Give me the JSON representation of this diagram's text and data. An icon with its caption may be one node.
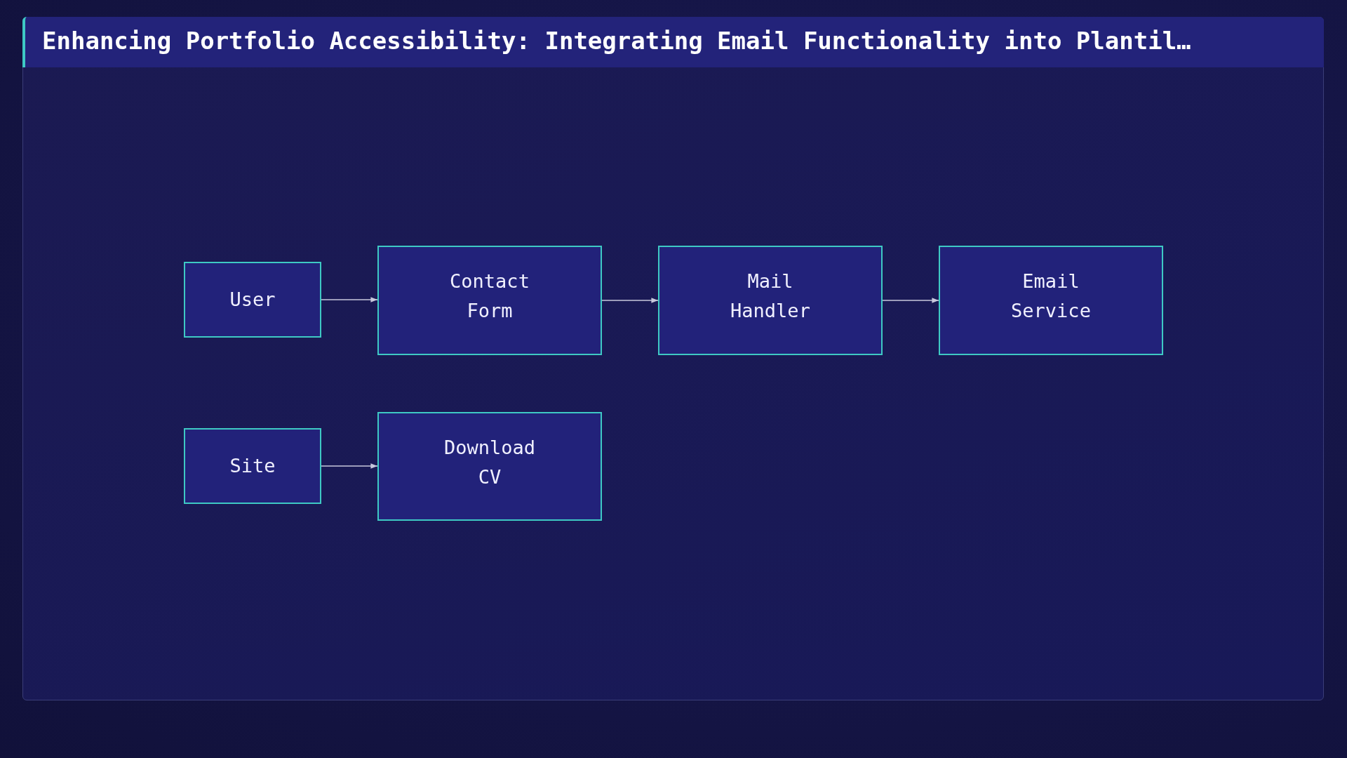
{
  "diagram": {
    "title": "Enhancing Portfolio Accessibility: Integrating Email Functionality into Plantil…",
    "nodes": [
      {
        "text": [
          "User"
        ]
      },
      {
        "text": [
          "Contact Form"
        ]
      },
      {
        "text": [
          "Mail Handler"
        ]
      },
      {
        "text": [
          "Email Service"
        ]
      },
      {
        "text": [
          "Site"
        ]
      },
      {
        "text": [
          "Download CV"
        ]
      }
    ],
    "edges": [
      {
        "from": 0,
        "to": 1,
        "arrow": "to"
      },
      {
        "from": 1,
        "to": 2,
        "arrow": "to"
      },
      {
        "from": 2,
        "to": 3,
        "arrow": "to"
      },
      {
        "from": 4,
        "to": 5,
        "arrow": "to"
      }
    ]
  }
}
